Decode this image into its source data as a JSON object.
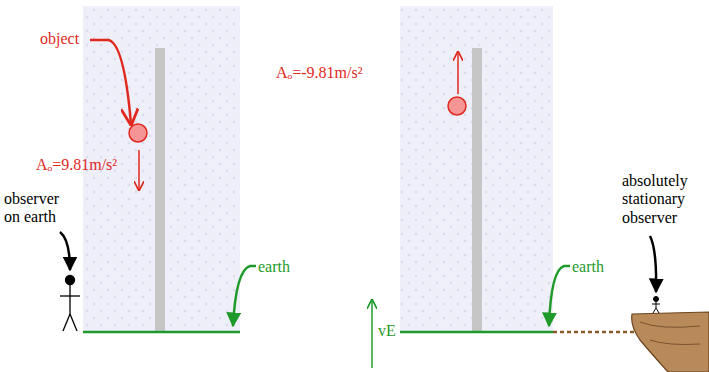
{
  "diagram": {
    "labels": [
      "object",
      "Aₒ=9.81m/s²",
      "observer on earth",
      "earth",
      "Aₒ=-9.81m/s²",
      "vE",
      "earth",
      "absolutely stationary observer"
    ]
  }
}
